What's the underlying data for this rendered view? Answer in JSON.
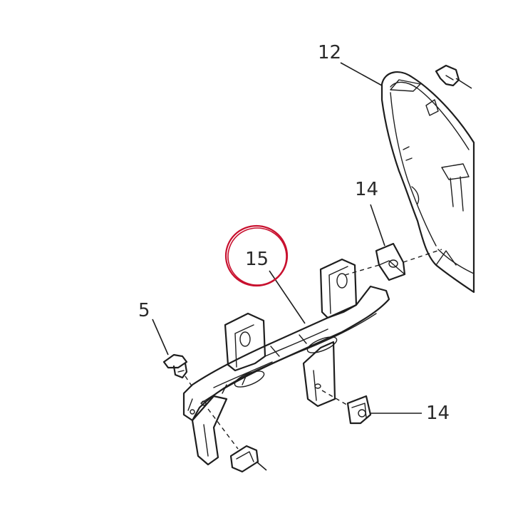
{
  "diagram": {
    "background": "#ffffff",
    "line_color": "#1e1e1e",
    "highlight_color": "#c8102e",
    "highlighted_callout": "15",
    "callouts": {
      "c12": "12",
      "c14_top": "14",
      "c15": "15",
      "c5": "5",
      "c14_bottom": "14"
    }
  }
}
